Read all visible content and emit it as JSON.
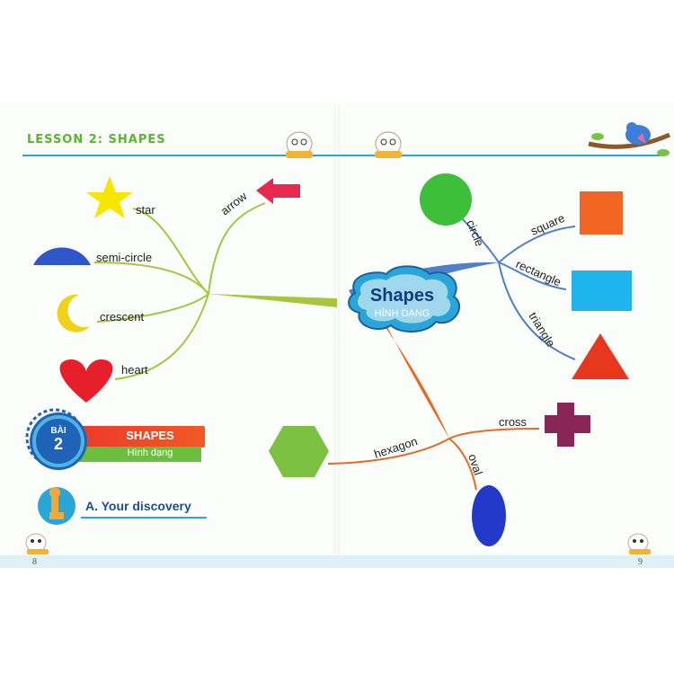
{
  "header": {
    "lesson_title": "LESSON 2: SHAPES"
  },
  "left_page": {
    "page_number": "8",
    "branch_labels": {
      "star": "star",
      "semi_circle": "semi-circle",
      "crescent": "crescent",
      "heart": "heart",
      "arrow": "arrow"
    },
    "lesson_badge": {
      "word": "BÀI",
      "number": "2",
      "title": "SHAPES",
      "subtitle": "Hình dạng"
    },
    "discovery": {
      "title": "A. Your discovery"
    }
  },
  "right_page": {
    "page_number": "9",
    "center": {
      "title": "Shapes",
      "subtitle": "HÌNH DẠNG"
    },
    "branch_labels": {
      "circle": "circle",
      "square": "square",
      "rectangle": "rectangle",
      "triangle": "triangle",
      "cross": "cross",
      "hexagon": "hexagon",
      "oval": "oval"
    }
  },
  "colors": {
    "star": "#f7e600",
    "semi_circle": "#2f57c9",
    "crescent": "#f1d21a",
    "heart": "#e5202b",
    "arrow": "#e8284e",
    "circle": "#3dbf3a",
    "square": "#f26522",
    "rectangle": "#1fb4ee",
    "triangle": "#e8371f",
    "cross": "#8a2557",
    "hexagon": "#7cc142",
    "oval": "#2339c9",
    "branch_left": "#a7c63b",
    "branch_right_top": "#4f7fc6",
    "branch_right_bottom": "#e66a24",
    "header_green": "#5bb52e",
    "header_line": "#2aa6d6"
  }
}
